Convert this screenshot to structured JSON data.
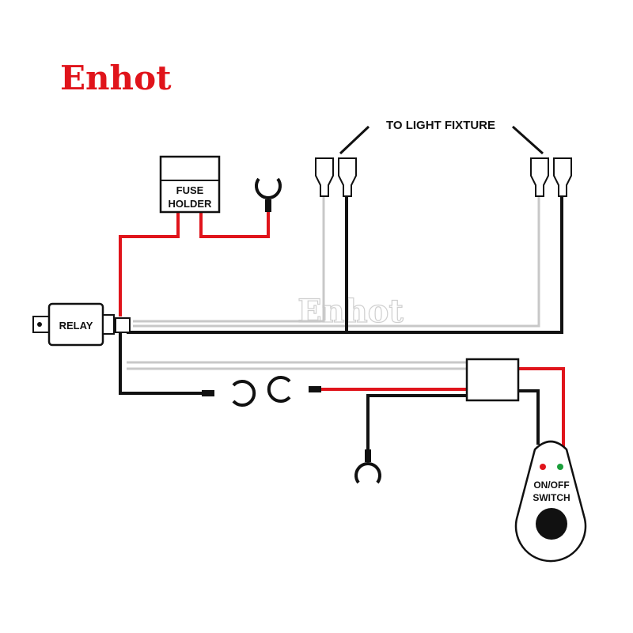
{
  "brand": {
    "logo_text": "Enhot"
  },
  "watermark": {
    "logo_text": "Enhot"
  },
  "labels": {
    "light_fixture": "TO LIGHT FIXTURE",
    "fuse_holder_line1": "FUSE",
    "fuse_holder_line2": "HOLDER",
    "relay": "RELAY",
    "switch_line1": "ON/OFF",
    "switch_line2": "SWITCH"
  },
  "colors": {
    "brand": "#e0141b",
    "power_wire": "#e0141b",
    "ground_wire": "#111111",
    "signal_wire": "#bbbbbb",
    "led_red": "#e0141b",
    "led_green": "#1a9e3a"
  }
}
